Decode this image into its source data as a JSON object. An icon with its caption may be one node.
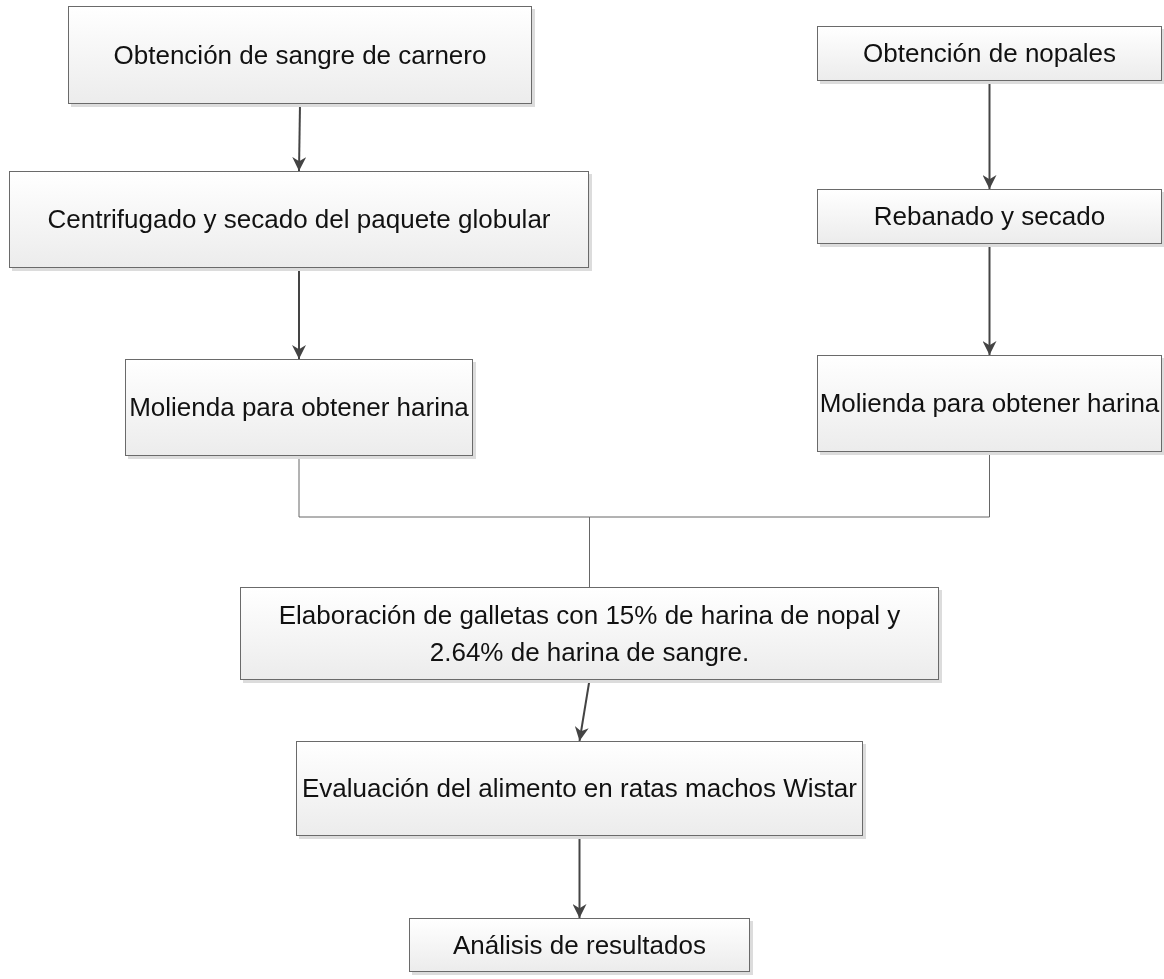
{
  "diagram": {
    "nodes": [
      {
        "text": [
          "Obtención de sangre de carnero"
        ]
      },
      {
        "text": [
          "Centrifugado y secado del paquete globular"
        ]
      },
      {
        "text": [
          "Molienda para obtener harina"
        ]
      },
      {
        "text": [
          "Obtención de nopales"
        ]
      },
      {
        "text": [
          "Rebanado y secado"
        ]
      },
      {
        "text": [
          "Molienda para obtener harina"
        ]
      },
      {
        "text": [
          "Elaboración de galletas con 15% de harina de nopal y 2.64% de harina de sangre."
        ]
      },
      {
        "text": [
          "Evaluación del alimento en ratas machos Wistar"
        ]
      },
      {
        "text": [
          "Análisis de resultados"
        ]
      }
    ],
    "edges": [
      {
        "from": 0,
        "to": 1,
        "arrow": "to"
      },
      {
        "from": 1,
        "to": 2,
        "arrow": "to"
      },
      {
        "from": 3,
        "to": 4,
        "arrow": "to"
      },
      {
        "from": 4,
        "to": 5,
        "arrow": "to"
      },
      {
        "from": 2,
        "to": 6,
        "arrow": "none"
      },
      {
        "from": 5,
        "to": 6,
        "arrow": "none"
      },
      {
        "from": 6,
        "to": 7,
        "arrow": "to"
      },
      {
        "from": 7,
        "to": 8,
        "arrow": "to"
      }
    ]
  }
}
